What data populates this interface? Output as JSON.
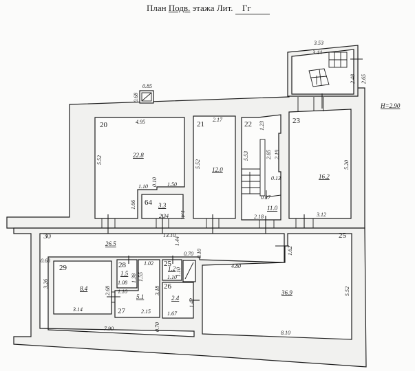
{
  "title": {
    "prefix": "План",
    "floor": "Подв.",
    "middle": "этажа Лит.",
    "litera": "Гг"
  },
  "ceiling_height": "Н=2.90",
  "rooms": [
    {
      "id": "20",
      "number": "20",
      "area": "22.8",
      "dims": [
        "4.95",
        "5.52",
        "1.10",
        "0.10",
        "1.50",
        "1.66"
      ]
    },
    {
      "id": "64",
      "number": "64",
      "area": "3.3",
      "dims": [
        "2.34",
        "1.41"
      ]
    },
    {
      "id": "21",
      "number": "21",
      "area": "12.0",
      "dims": [
        "2.17",
        "5.52"
      ]
    },
    {
      "id": "22",
      "number": "22",
      "area": "11.0",
      "dims": [
        "1.23",
        "5.53",
        "2.85",
        "2.19",
        "0.13",
        "0.27",
        "2.18"
      ]
    },
    {
      "id": "23",
      "number": "23",
      "area": "16.2",
      "dims": [
        "5.20",
        "3.12"
      ]
    },
    {
      "id": "30",
      "number": "30",
      "area": "26.5",
      "dims": [
        "13.10",
        "0.68",
        "3.26",
        "7.90",
        "0.70",
        "1.44",
        "0.10"
      ]
    },
    {
      "id": "29",
      "number": "29",
      "area": "8.4",
      "dims": [
        "2.68",
        "3.14"
      ]
    },
    {
      "id": "28",
      "number": "28",
      "area": "1.5",
      "dims": [
        "1.38",
        "1.08"
      ]
    },
    {
      "id": "27",
      "number": "27",
      "area": "5.1",
      "dims": [
        "1.10",
        "1.02",
        "1.55",
        "3.18",
        "2.15"
      ]
    },
    {
      "id": "25s",
      "number": "25",
      "area": "1.2",
      "dims": [
        "1.10",
        "1.10"
      ]
    },
    {
      "id": "26",
      "number": "26",
      "area": "2.4",
      "dims": [
        "1.67",
        "1.42"
      ]
    },
    {
      "id": "25",
      "number": "25",
      "area": "36.9",
      "dims": [
        "4.80",
        "1.62",
        "5.52",
        "8.10"
      ]
    }
  ],
  "annex": {
    "dims": [
      "3.53",
      "3.44",
      "2.48",
      "2.65"
    ]
  },
  "vent": {
    "dims": [
      "0.85",
      "0.68"
    ]
  },
  "shaft": {
    "dims": [
      "0.70",
      "0.10"
    ]
  }
}
